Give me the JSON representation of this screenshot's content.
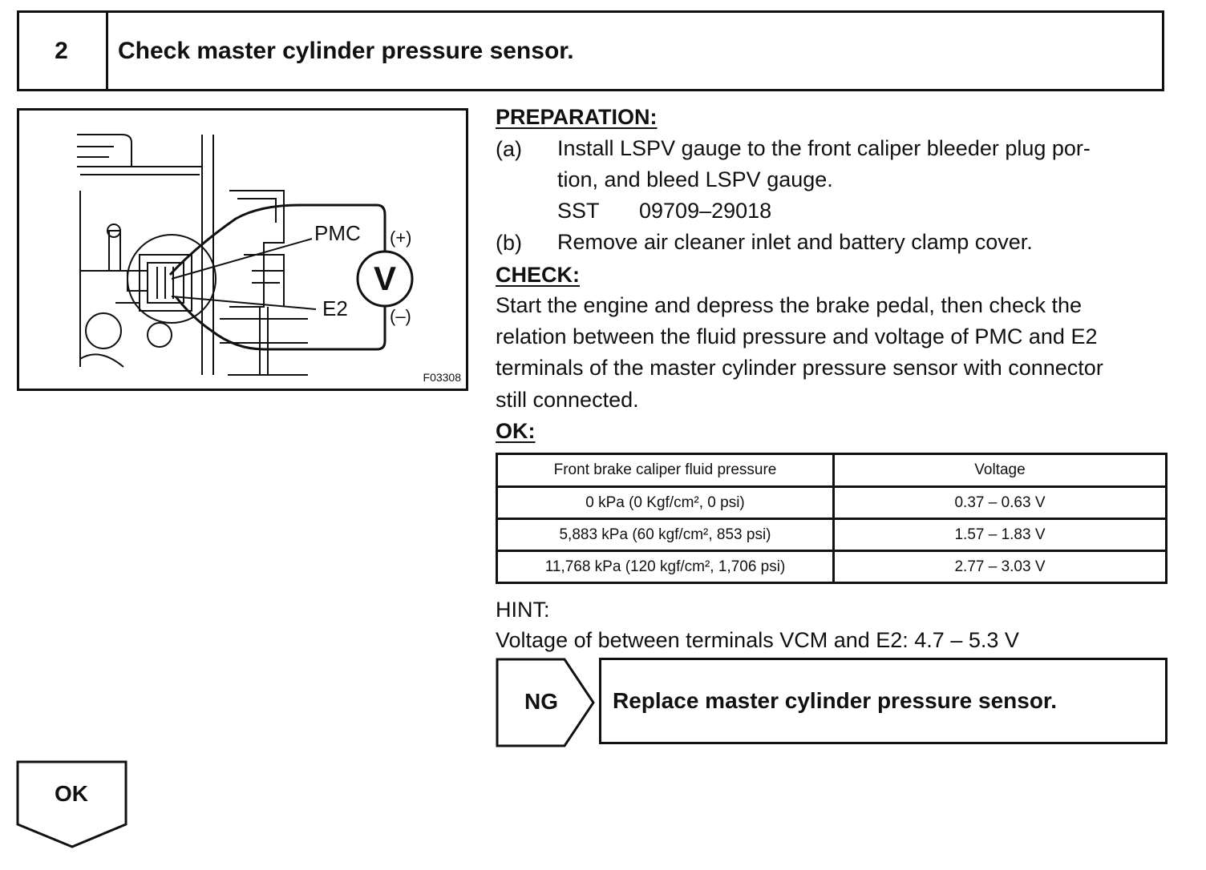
{
  "header": {
    "step_number": "2",
    "title": "Check master cylinder pressure sensor."
  },
  "figure": {
    "label_pmc": "PMC",
    "label_e2": "E2",
    "label_plus": "(+)",
    "label_minus": "(–)",
    "meter_symbol": "V",
    "figure_code": "F03308"
  },
  "preparation": {
    "heading": "PREPARATION:",
    "item_a_label": "(a)",
    "item_a_line1": "Install LSPV gauge to the front caliper bleeder plug por-",
    "item_a_line2": "tion, and bleed LSPV gauge.",
    "sst_label": "SST",
    "sst_number": "09709–29018",
    "item_b_label": "(b)",
    "item_b_text": "Remove air cleaner inlet and battery clamp cover."
  },
  "check": {
    "heading": "CHECK:",
    "line1": "Start the engine and depress the brake pedal, then check the",
    "line2": "relation between the fluid pressure and voltage of PMC and E2",
    "line3": "terminals of the master cylinder pressure sensor with connector",
    "line4": "still connected."
  },
  "ok_section": {
    "heading": "OK:"
  },
  "spec_table": {
    "headers": [
      "Front brake caliper fluid pressure",
      "Voltage"
    ],
    "rows": [
      {
        "pressure": "0 kPa (0 Kgf/cm², 0 psi)",
        "voltage": "0.37 – 0.63 V"
      },
      {
        "pressure": "5,883 kPa (60 kgf/cm², 853 psi)",
        "voltage": "1.57 – 1.83 V"
      },
      {
        "pressure": "11,768 kPa (120 kgf/cm², 1,706 psi)",
        "voltage": "2.77 – 3.03 V"
      }
    ]
  },
  "hint": {
    "label": "HINT:",
    "text": "Voltage of between terminals VCM and E2: 4.7 – 5.3 V"
  },
  "ng_result": {
    "label": "NG",
    "action": "Replace master cylinder pressure sensor."
  },
  "ok_result": {
    "label": "OK"
  }
}
